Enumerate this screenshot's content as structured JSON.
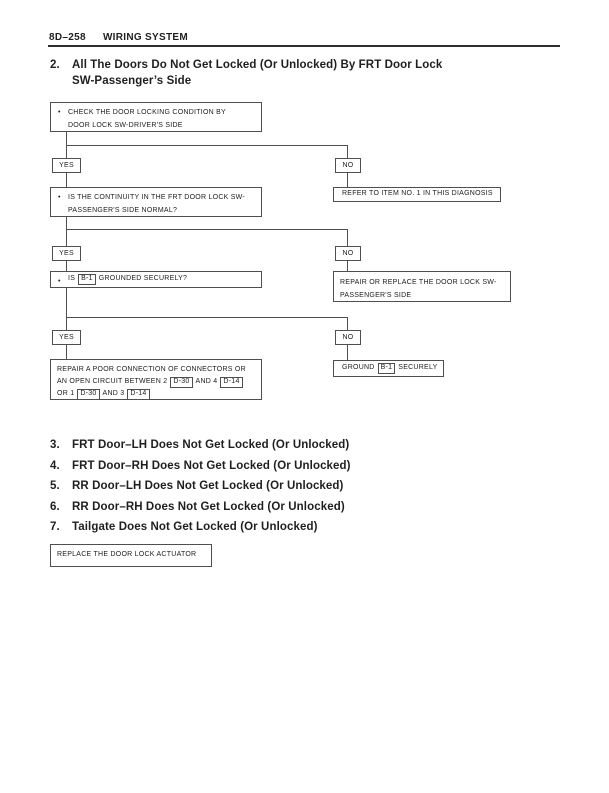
{
  "header": {
    "page_code": "8D–258",
    "title": "WIRING SYSTEM"
  },
  "section2": {
    "number": "2.",
    "title_line1": "All The Doors Do Not Get Locked (Or Unlocked) By FRT Door Lock",
    "title_line2": "SW-Passenger’s Side"
  },
  "flowchart": {
    "bullet": "•",
    "yes_label": "YES",
    "no_label": "NO",
    "check_box": {
      "line1": "CHECK THE DOOR LOCKING CONDITION BY",
      "line2": "DOOR LOCK SW-DRIVER'S SIDE"
    },
    "continuity_box": {
      "line1": "IS THE CONTINUITY IN THE FRT DOOR LOCK SW-",
      "line2": "PASSENGER'S SIDE NORMAL?"
    },
    "refer_box": {
      "text": "REFER TO ITEM NO. 1 IN THIS DIAGNOSIS"
    },
    "grounded_box": {
      "pre": "IS",
      "connector": "B-1",
      "post": "GROUNDED SECURELY?"
    },
    "replace_sw_box": {
      "line1": "REPAIR OR REPLACE THE DOOR LOCK SW-",
      "line2": "PASSENGER'S SIDE"
    },
    "repair_box": {
      "line1": "REPAIR A POOR CONNECTION OF CONNECTORS OR",
      "line2_pre": "AN OPEN CIRCUIT BETWEEN 2",
      "line2_conn1": "D-30",
      "line2_mid": "AND 4",
      "line2_conn2": "D-14",
      "line3_pre": "OR 1",
      "line3_conn1": "D-30",
      "line3_mid": "AND 3",
      "line3_conn2": "D-14"
    },
    "ground_box": {
      "pre": "GROUND",
      "connector": "B-1",
      "post": "SECURELY"
    }
  },
  "items": [
    {
      "number": "3.",
      "title": "FRT Door–LH Does Not Get Locked (Or Unlocked)"
    },
    {
      "number": "4.",
      "title": "FRT Door–RH Does Not Get Locked (Or Unlocked)"
    },
    {
      "number": "5.",
      "title": "RR Door–LH Does Not Get Locked (Or Unlocked)"
    },
    {
      "number": "6.",
      "title": "RR Door–RH Does Not Get Locked (Or Unlocked)"
    },
    {
      "number": "7.",
      "title": "Tailgate Does Not Get Locked (Or Unlocked)"
    }
  ],
  "actuator_box": {
    "text": "REPLACE THE DOOR LOCK ACTUATOR"
  }
}
